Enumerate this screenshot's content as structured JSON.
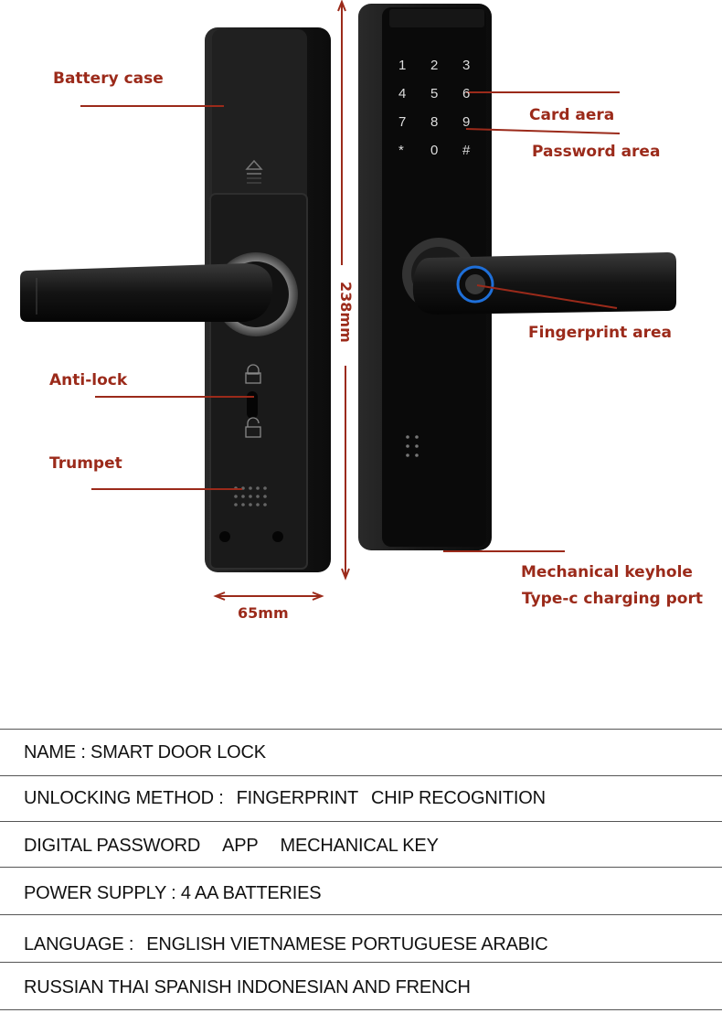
{
  "labels": {
    "battery_case": "Battery case",
    "card_area": "Card aera",
    "password_area": "Password area",
    "fingerprint_area": "Fingerprint area",
    "anti_lock": "Anti-lock",
    "trumpet": "Trumpet",
    "mechanical_keyhole": "Mechanical keyhole",
    "typec_port": "Type-c charging port"
  },
  "dimensions": {
    "height": "238mm",
    "width": "65mm"
  },
  "keypad": [
    "1",
    "2",
    "3",
    "4",
    "5",
    "6",
    "7",
    "8",
    "9",
    "*",
    "0",
    "#"
  ],
  "specs": {
    "name": "NAME  :  SMART DOOR LOCK",
    "unlocking_a": "UNLOCKING METHOD  :",
    "unlocking_b": "FINGERPRINT",
    "unlocking_c": "CHIP RECOGNITION",
    "methods_a": "DIGITAL PASSWORD",
    "methods_b": "APP",
    "methods_c": "MECHANICAL KEY",
    "power": "POWER SUPPLY :  4 AA BATTERIES",
    "language_a": "LANGUAGE  :",
    "language_b": "ENGLISH  VIETNAMESE PORTUGUESE ARABIC",
    "language_c": "RUSSIAN THAI SPANISH INDONESIAN AND FRENCH"
  },
  "colors": {
    "accent": "#9b2a1a",
    "lock_body": "#1c1c1c",
    "fingerprint_ring": "#1e6fd9"
  }
}
